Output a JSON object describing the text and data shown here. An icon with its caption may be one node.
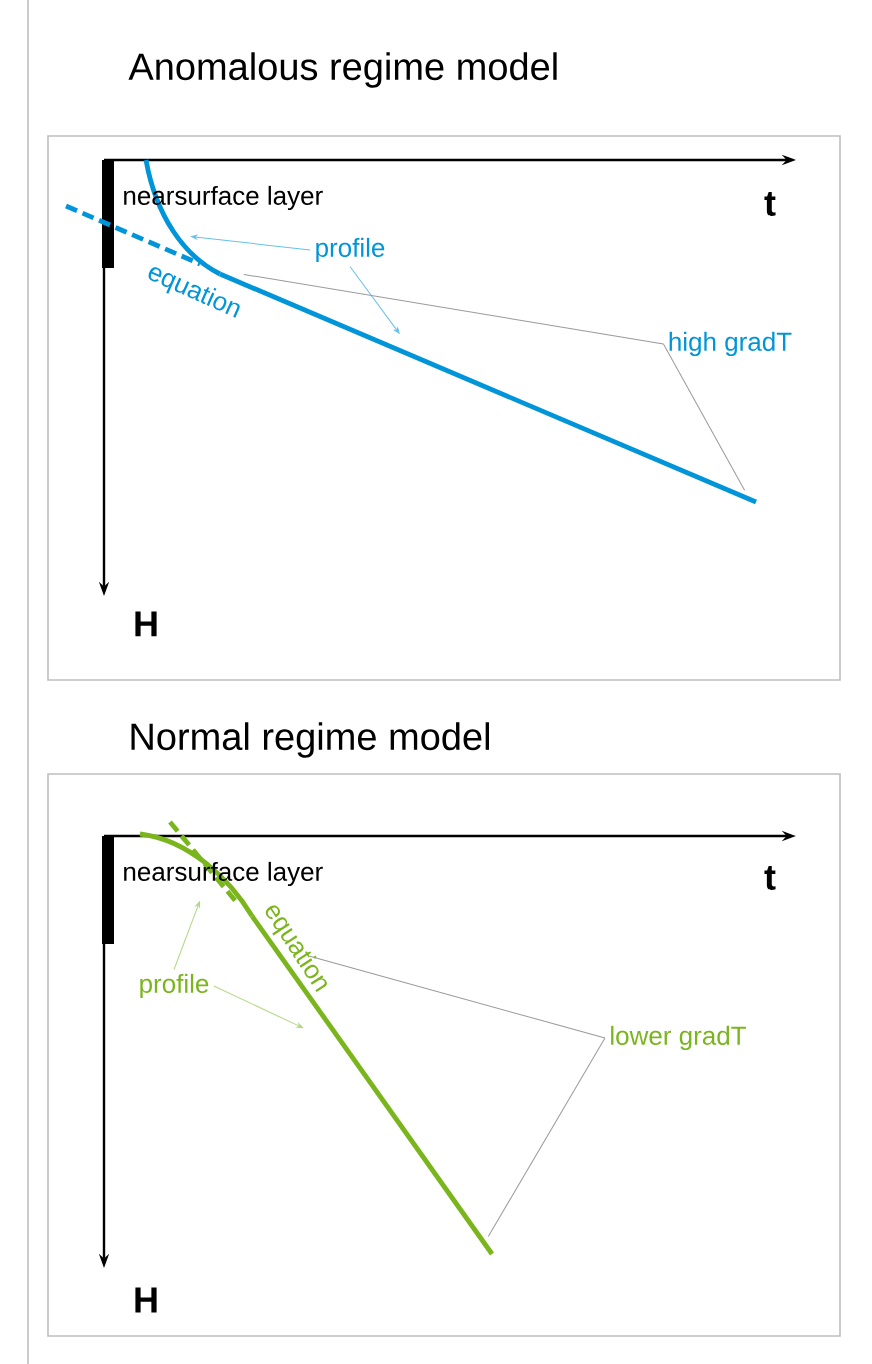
{
  "diagram": {
    "nodes": [
      {
        "text": [
          "Anomalous regime model"
        ]
      },
      {
        "text": [
          "nearsurface layer"
        ],
        "in": 0
      },
      {
        "text": [
          "t"
        ],
        "in": 0
      },
      {
        "text": [
          "H"
        ],
        "in": 0
      },
      {
        "text": [
          "profile"
        ],
        "in": 0
      },
      {
        "text": [
          "equation"
        ],
        "in": 0
      },
      {
        "text": [
          "high gradT"
        ],
        "in": 0
      },
      {
        "text": [
          "Normal regime model"
        ]
      },
      {
        "text": [
          "nearsurface layer"
        ],
        "in": 7
      },
      {
        "text": [
          "t"
        ],
        "in": 7
      },
      {
        "text": [
          "H"
        ],
        "in": 7
      },
      {
        "text": [
          "profile"
        ],
        "in": 7
      },
      {
        "text": [
          "equation"
        ],
        "in": 7
      },
      {
        "text": [
          "lower gradT"
        ],
        "in": 7
      },
      {
        "text": [],
        "shape": "curve",
        "in": 0
      },
      {
        "text": [],
        "shape": "line",
        "in": 0
      },
      {
        "text": [],
        "shape": "curve",
        "in": 7
      },
      {
        "text": [],
        "shape": "line",
        "in": 7
      },
      {
        "text": [],
        "shape": "line",
        "in": 0
      },
      {
        "text": [],
        "shape": "line",
        "in": 7
      }
    ],
    "edges": [
      {
        "from": 4,
        "to": 14,
        "arrow": "to",
        "color": "#66c1ea"
      },
      {
        "from": 4,
        "to": 15,
        "arrow": "to",
        "color": "#66c1ea"
      },
      {
        "from": 6,
        "to": 15,
        "arrow": "none",
        "color": "#999999"
      },
      {
        "from": 6,
        "to": 15,
        "arrow": "none",
        "color": "#999999"
      },
      {
        "from": 11,
        "to": 16,
        "arrow": "to",
        "color": "#b0d880"
      },
      {
        "from": 11,
        "to": 17,
        "arrow": "to",
        "color": "#b0d880"
      },
      {
        "from": 13,
        "to": 17,
        "arrow": "none",
        "color": "#999999"
      },
      {
        "from": 13,
        "to": 17,
        "arrow": "none",
        "color": "#999999"
      }
    ]
  }
}
